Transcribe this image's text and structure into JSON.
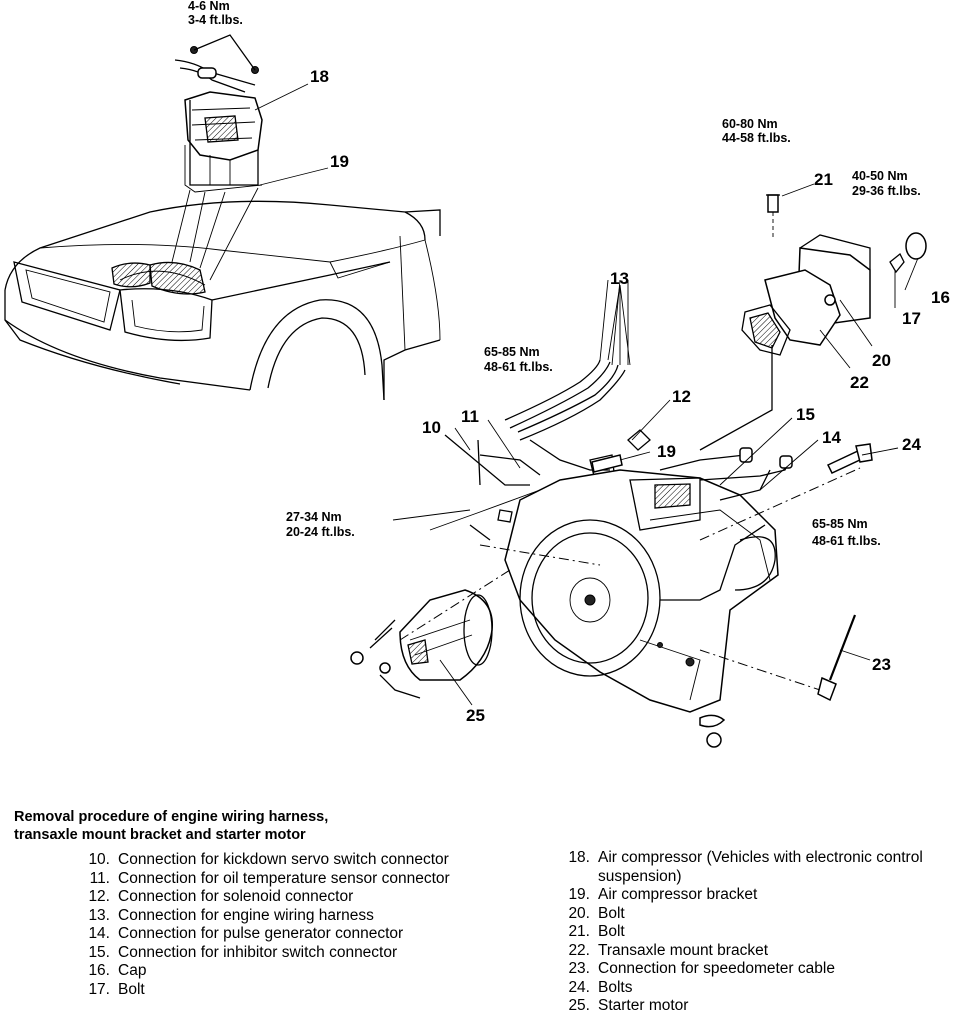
{
  "torque_specs": {
    "t18": {
      "nm": "4-6 Nm",
      "ftlbs": "3-4 ft.lbs."
    },
    "t21": {
      "nm": "60-80 Nm",
      "ftlbs": "44-58 ft.lbs."
    },
    "t17": {
      "nm": "40-50 Nm",
      "ftlbs": "29-36 ft.lbs."
    },
    "t13": {
      "nm": "65-85 Nm",
      "ftlbs": "48-61 ft.lbs."
    },
    "t11": {
      "nm": "27-34 Nm",
      "ftlbs": "20-24 ft.lbs."
    },
    "t24": {
      "nm": "65-85 Nm",
      "ftlbs": "48-61 ft.lbs."
    }
  },
  "callouts": {
    "n10": "10",
    "n11": "11",
    "n12": "12",
    "n13": "13",
    "n14": "14",
    "n15": "15",
    "n16": "16",
    "n17": "17",
    "n18": "18",
    "n19a": "19",
    "n19b": "19",
    "n20": "20",
    "n21": "21",
    "n22": "22",
    "n23": "23",
    "n24": "24",
    "n25": "25"
  },
  "caption": {
    "title_line1": "Removal procedure of engine wiring harness,",
    "title_line2": "transaxle mount bracket and starter motor"
  },
  "legend_left": [
    {
      "num": "10.",
      "text": "Connection for kickdown servo switch connector"
    },
    {
      "num": "11.",
      "text": "Connection for oil temperature sensor connector"
    },
    {
      "num": "12.",
      "text": "Connection for solenoid connector"
    },
    {
      "num": "13.",
      "text": "Connection for engine wiring harness"
    },
    {
      "num": "14.",
      "text": "Connection for pulse generator connector"
    },
    {
      "num": "15.",
      "text": "Connection for inhibitor switch connector"
    },
    {
      "num": "16.",
      "text": "Cap"
    },
    {
      "num": "17.",
      "text": "Bolt"
    }
  ],
  "legend_right": [
    {
      "num": "18.",
      "text": "Air compressor (Vehicles with electronic control suspension)"
    },
    {
      "num": "19.",
      "text": "Air compressor bracket"
    },
    {
      "num": "20.",
      "text": "Bolt"
    },
    {
      "num": "21.",
      "text": "Bolt"
    },
    {
      "num": "22.",
      "text": "Transaxle mount bracket"
    },
    {
      "num": "23.",
      "text": "Connection for speedometer cable"
    },
    {
      "num": "24.",
      "text": "Bolts"
    },
    {
      "num": "25.",
      "text": "Starter motor"
    }
  ]
}
